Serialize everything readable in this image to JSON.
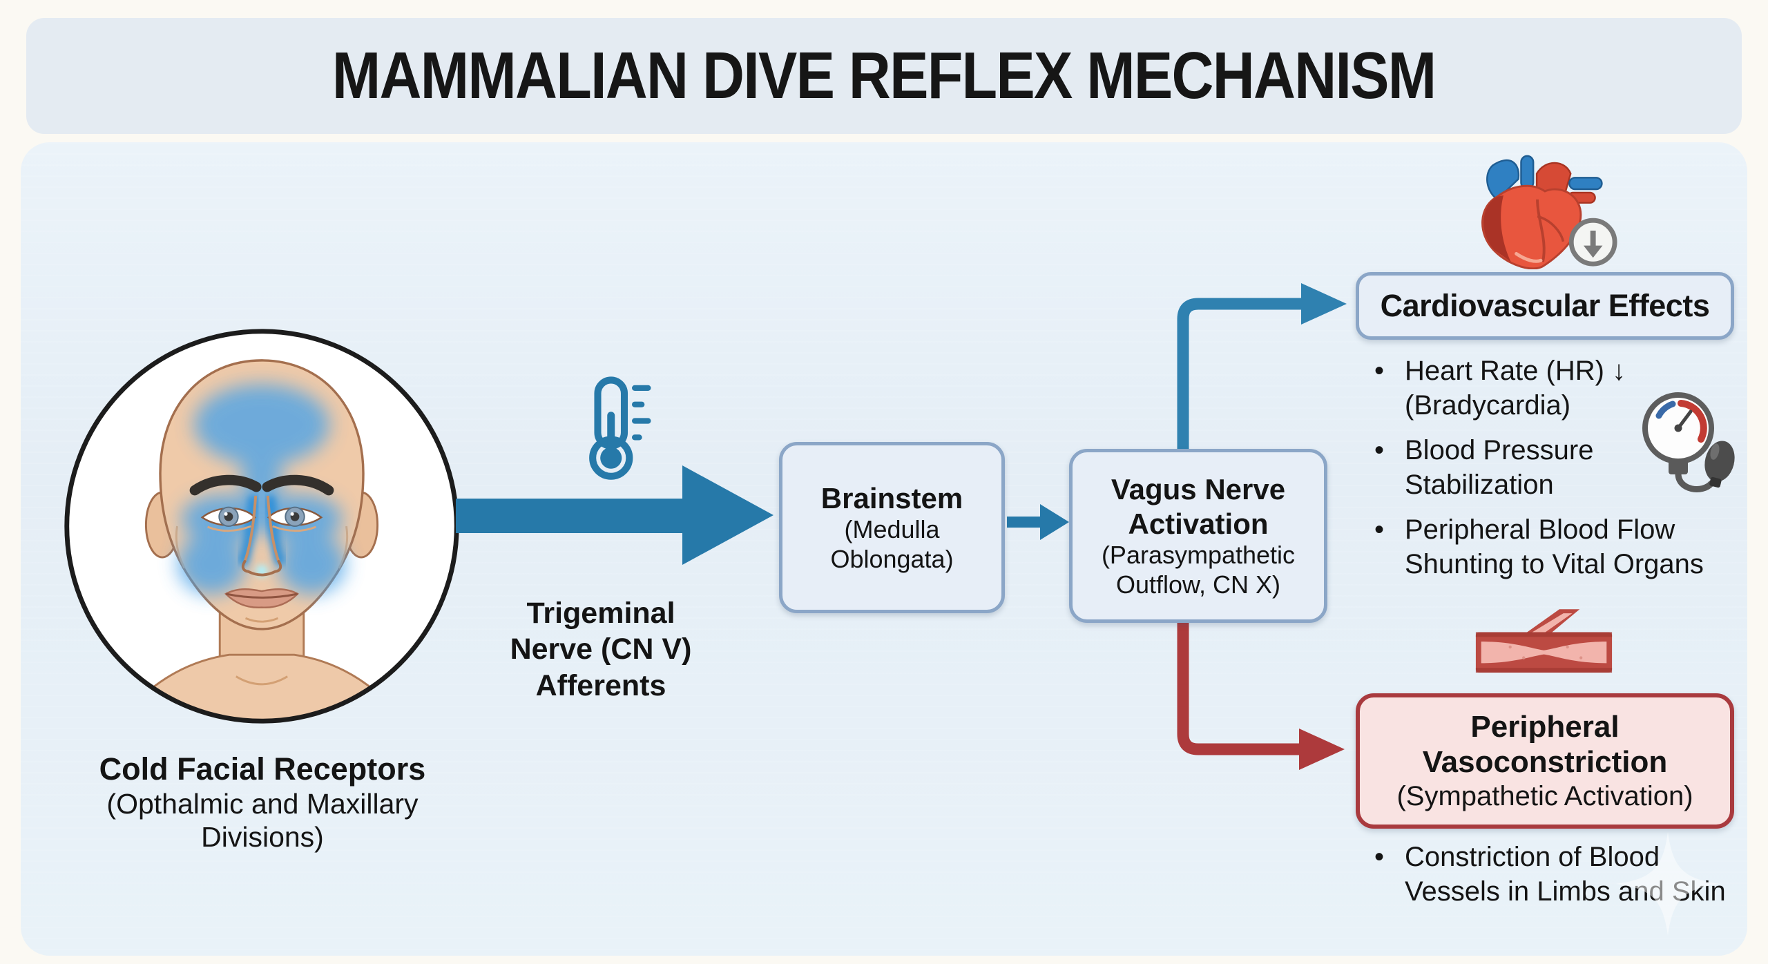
{
  "title": "MAMMALIAN DIVE REFLEX MECHANISM",
  "glyphs": {
    "bullet": "•"
  },
  "colors": {
    "page_bg": "#fbf9f3",
    "header_bg": "#e4ebf2",
    "panel_bg": "#e9f1f8",
    "arrow_blue": "#2679a9",
    "arrow_red": "#ad3a3c",
    "box_blue_fill": "#e7eef7",
    "box_blue_border": "#8ba6c7",
    "box_red_fill": "#f9e3e2",
    "box_red_border": "#a93a3e",
    "text": "#141414"
  },
  "face": {
    "icon": "cold-face-illustration",
    "caption_title": "Cold Facial Receptors",
    "caption_sub": "(Opthalmic and Maxillary\nDivisions)"
  },
  "trigeminal": {
    "icon": "thermometer-cold-icon",
    "label": "Trigeminal\nNerve (CN V)\nAfferents"
  },
  "brainstem": {
    "title": "Brainstem",
    "subtitle": "(Medulla\nOblongata)"
  },
  "vagus": {
    "title": "Vagus Nerve\nActivation",
    "subtitle": "(Parasympathetic\nOutflow, CN X)"
  },
  "cardio": {
    "title": "Cardiovascular Effects",
    "icons": [
      "heart-bradycardia-icon",
      "blood-pressure-gauge-icon"
    ],
    "bullets": [
      "Heart Rate (HR) ↓\n(Bradycardia)",
      "Blood Pressure\nStabilization",
      "Peripheral Blood Flow\nShunting to Vital Organs"
    ]
  },
  "peripheral": {
    "title": "Peripheral\nVasoconstriction",
    "subtitle": "(Sympathetic Activation)",
    "icon": "constricted-vessel-icon",
    "bullets": [
      "Constriction of Blood\nVessels in Limbs and Skin"
    ]
  }
}
